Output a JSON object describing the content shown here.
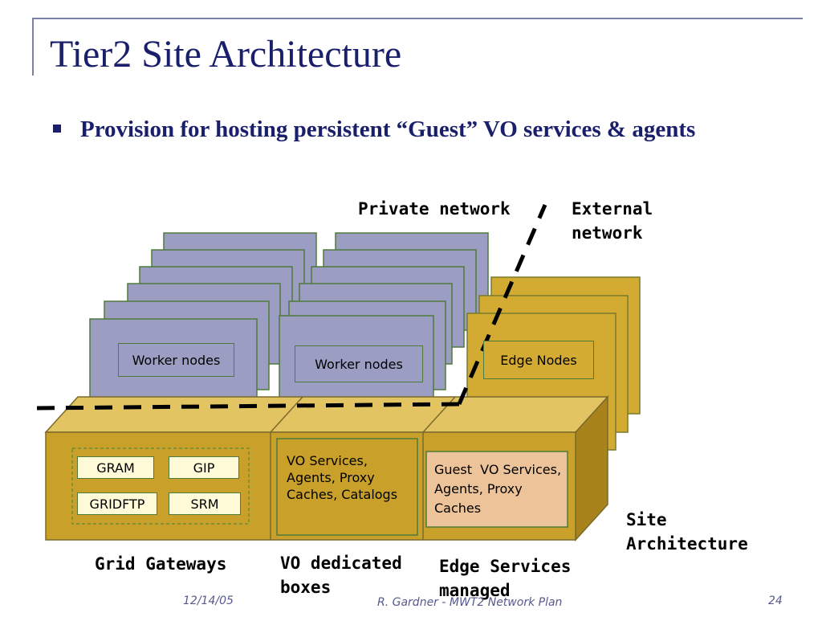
{
  "slide": {
    "title": "Tier2 Site Architecture",
    "bullet": "Provision for hosting persistent “Guest” VO services & agents"
  },
  "diagram": {
    "worker_nodes_label_1": "Worker nodes",
    "worker_nodes_label_2": "Worker nodes",
    "edge_nodes_label": "Edge Nodes",
    "gateway_boxes": [
      "GRAM",
      "GIP",
      "GRIDFTP",
      "SRM"
    ],
    "vo_services_label": "VO Services, Agents, Proxy Caches, Catalogs",
    "guest_vo_label": "Guest  VO Services, Agents, Proxy Caches",
    "private_network": "Private network",
    "external_network": "External network",
    "site_architecture": "Site Architecture",
    "grid_gateways": "Grid Gateways",
    "vo_dedicated": "VO dedicated boxes",
    "edge_services": "Edge Services managed",
    "colors": {
      "worker_fill": "#9b9dc2",
      "worker_border": "#4e7a3a",
      "gold_front": "#c8a02a",
      "gold_top": "#e3c463",
      "gold_side": "#a8831c",
      "tan_box": "#edc39a",
      "title_blue": "#1a1f6b"
    }
  },
  "footer": {
    "date": "12/14/05",
    "author": "R. Gardner - MWT2 Network Plan",
    "page": "24"
  }
}
